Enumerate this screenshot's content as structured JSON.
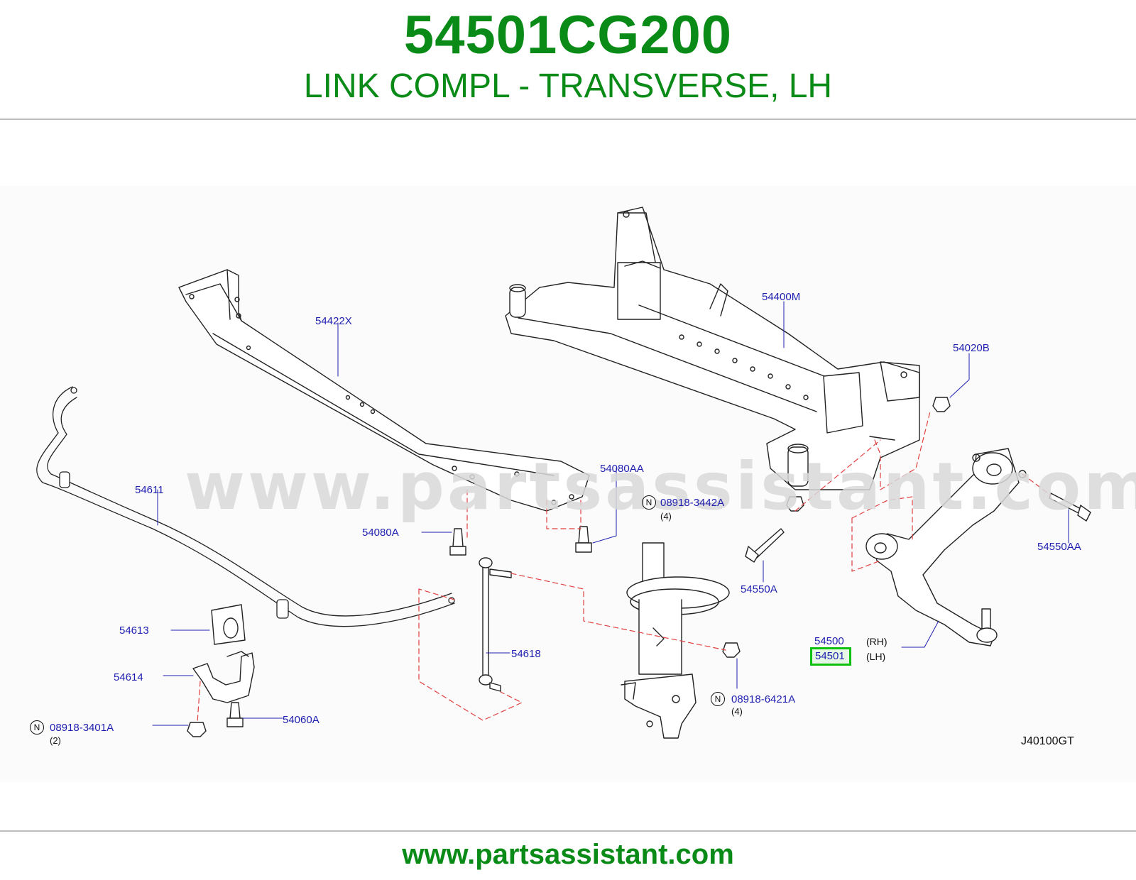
{
  "header": {
    "part_number": "54501CG200",
    "part_name": "LINK COMPL - TRANSVERSE, LH"
  },
  "watermark": "www.partsassistant.com",
  "footer": {
    "url": "www.partsassistant.com"
  },
  "diagram_ref": "J40100GT",
  "labels": {
    "p54422X": "54422X",
    "p54400M": "54400M",
    "p54020B": "54020B",
    "p54611": "54611",
    "p54080AA": "54080AA",
    "p08918_3442A": "08918-3442A",
    "q08918_3442A": "(4)",
    "p54080A": "54080A",
    "p54550AA": "54550AA",
    "p54550A": "54550A",
    "p54613": "54613",
    "p54618": "54618",
    "p54500": "54500",
    "side_rh": "(RH)",
    "p54501": "54501",
    "side_lh": "(LH)",
    "p54614": "54614",
    "p08918_6421A": "08918-6421A",
    "q08918_6421A": "(4)",
    "p08918_3401A": "08918-3401A",
    "q08918_3401A": "(2)",
    "p54060A": "54060A",
    "n_mark": "N"
  },
  "colors": {
    "brand_green": "#0a8a16",
    "label_blue": "#1f1fb0",
    "highlight_green": "#10c010",
    "dash_red": "#e04040"
  }
}
